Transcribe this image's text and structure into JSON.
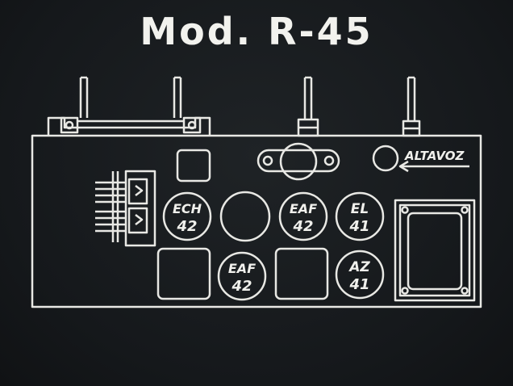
{
  "title": "Mod. R-45",
  "speaker_label": "ALTAVOZ",
  "tubes": [
    {
      "id": "ech42",
      "line1": "ECH",
      "line2": "42"
    },
    {
      "id": "eaf42a",
      "line1": "EAF",
      "line2": "42"
    },
    {
      "id": "el41",
      "line1": "EL",
      "line2": "41"
    },
    {
      "id": "eaf42b",
      "line1": "EAF",
      "line2": "42"
    },
    {
      "id": "az41",
      "line1": "AZ",
      "line2": "41"
    }
  ],
  "colors": {
    "background": "#15181b",
    "line": "#e8e8e4"
  }
}
